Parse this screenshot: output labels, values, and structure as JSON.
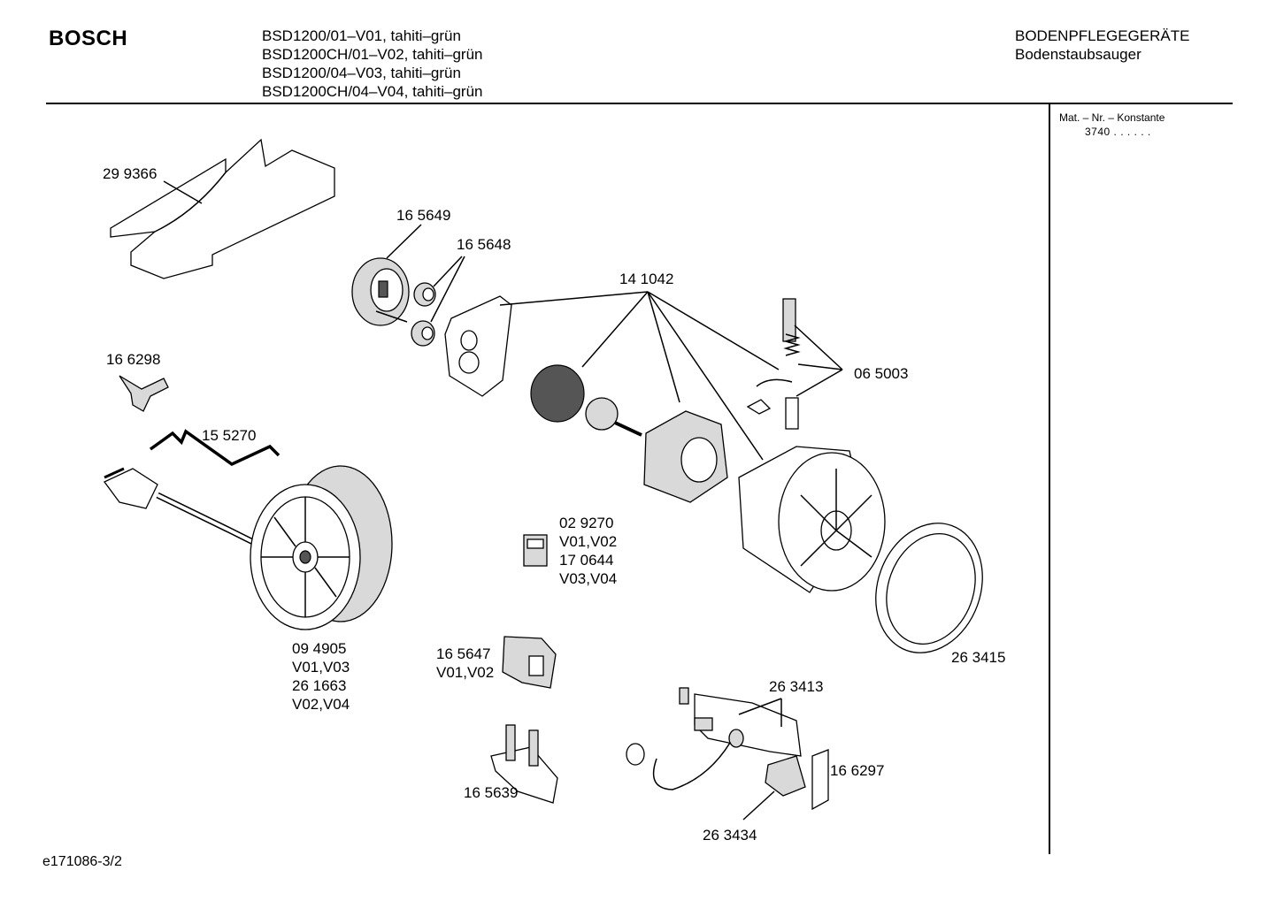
{
  "header": {
    "brand": "BOSCH",
    "models": [
      "BSD1200/01–V01, tahiti–grün",
      "BSD1200CH/01–V02, tahiti–grün",
      "BSD1200/04–V03, tahiti–grün",
      "BSD1200CH/04–V04, tahiti–grün"
    ],
    "category": "BODENPFLEGEGERÄTE",
    "subcategory": "Bodenstaubsauger"
  },
  "side_panel": {
    "title": "Mat. – Nr. – Konstante",
    "value": "3740  .  .    .  .  .  ."
  },
  "labels": {
    "p299366": "29 9366",
    "p165649": "16 5649",
    "p165648": "16 5648",
    "p141042": "14 1042",
    "p166298": "16 6298",
    "p155270": "15 5270",
    "p065003": "06 5003",
    "p029270_a": "02 9270",
    "p029270_b": "V01,V02",
    "p029270_c": "17 0644",
    "p029270_d": "V03,V04",
    "p094905_a": "09 4905",
    "p094905_b": "V01,V03",
    "p094905_c": "26 1663",
    "p094905_d": "V02,V04",
    "p165647_a": "16 5647",
    "p165647_b": "V01,V02",
    "p263415": "26 3415",
    "p263413": "26 3413",
    "p166297": "16 6297",
    "p165639": "16 5639",
    "p263434": "26 3434"
  },
  "footer": {
    "doc_id": "e171086-3/2"
  }
}
